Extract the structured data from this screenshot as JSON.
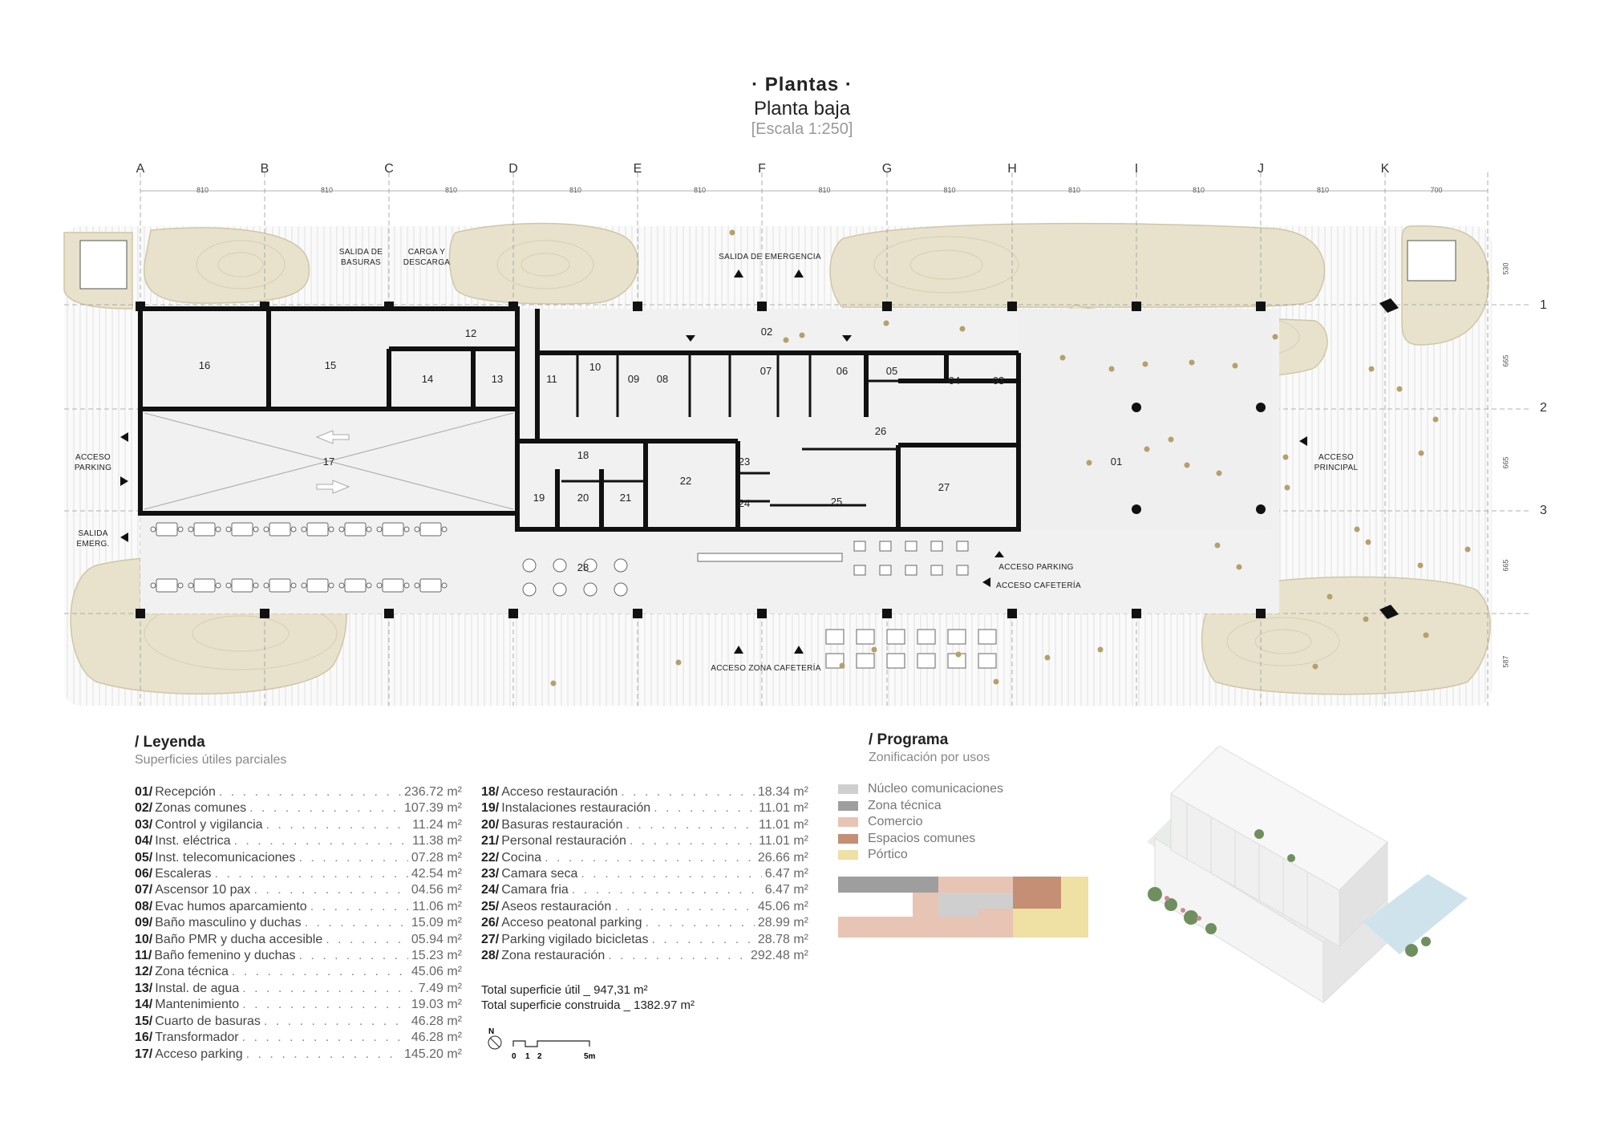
{
  "header": {
    "title": "· Plantas ·",
    "subtitle": "Planta baja",
    "scale": "[Escala 1:250]"
  },
  "grid": {
    "columns": [
      "A",
      "B",
      "C",
      "D",
      "E",
      "F",
      "G",
      "H",
      "I",
      "J",
      "K"
    ],
    "column_dims": [
      "810",
      "810",
      "810",
      "810",
      "810",
      "810",
      "810",
      "810",
      "810",
      "810",
      "700"
    ],
    "rows": [
      "1",
      "2",
      "3"
    ],
    "row_dims": [
      "530",
      "665",
      "665",
      "665",
      "587"
    ]
  },
  "tags": {
    "salida_basuras": [
      "SALIDA DE",
      "BASURAS"
    ],
    "carga_descarga": [
      "CARGA Y",
      "DESCARGA"
    ],
    "salida_emergencia": "SALIDA DE EMERGENCIA",
    "acceso_parking_left": [
      "ACCESO",
      "PARKING"
    ],
    "salida_emerg": [
      "SALIDA",
      "EMERG."
    ],
    "acceso_principal": [
      "ACCESO",
      "PRINCIPAL"
    ],
    "acceso_parking": "ACCESO PARKING",
    "acceso_cafeteria": "ACCESO CAFETERÍA",
    "acceso_zona_cafeteria": "ACCESO ZONA CAFETERÍA"
  },
  "rooms": [
    "16",
    "15",
    "12",
    "14",
    "13",
    "11",
    "10",
    "09",
    "08",
    "02",
    "07",
    "06",
    "05",
    "04",
    "03",
    "17",
    "18",
    "19",
    "20",
    "21",
    "22",
    "23",
    "24",
    "25",
    "26",
    "27",
    "01",
    "28"
  ],
  "legend": {
    "heading": "/ Leyenda",
    "subheading": "Superficies útiles parciales",
    "col1": [
      {
        "n": "01/",
        "label": "Recepción",
        "val": "236.72 m²"
      },
      {
        "n": "02/",
        "label": "Zonas comunes",
        "val": "107.39 m²"
      },
      {
        "n": "03/",
        "label": "Control y vigilancia",
        "val": "11.24 m²"
      },
      {
        "n": "04/",
        "label": "Inst. eléctrica",
        "val": "11.38 m²"
      },
      {
        "n": "05/",
        "label": "Inst. telecomunicaciones",
        "val": "07.28 m²"
      },
      {
        "n": "06/",
        "label": "Escaleras",
        "val": "42.54 m²"
      },
      {
        "n": "07/",
        "label": "Ascensor 10 pax",
        "val": "04.56 m²"
      },
      {
        "n": "08/",
        "label": "Evac humos aparcamiento",
        "val": "11.06 m²"
      },
      {
        "n": "09/",
        "label": "Baño masculino y duchas",
        "val": "15.09 m²"
      },
      {
        "n": "10/",
        "label": "Baño PMR y ducha accesible",
        "val": "05.94 m²"
      },
      {
        "n": "11/",
        "label": "Baño femenino y duchas",
        "val": "15.23 m²"
      },
      {
        "n": "12/",
        "label": "Zona técnica",
        "val": "45.06 m²"
      },
      {
        "n": "13/",
        "label": "Instal. de agua",
        "val": "7.49 m²"
      },
      {
        "n": "14/",
        "label": "Mantenimiento",
        "val": "19.03 m²"
      },
      {
        "n": "15/",
        "label": "Cuarto de basuras",
        "val": "46.28 m²"
      },
      {
        "n": "16/",
        "label": "Transformador",
        "val": "46.28 m²"
      },
      {
        "n": "17/",
        "label": "Acceso parking",
        "val": "145.20 m²"
      }
    ],
    "col2": [
      {
        "n": "18/",
        "label": "Acceso restauración",
        "val": "18.34 m²"
      },
      {
        "n": "19/",
        "label": "Instalaciones restauración",
        "val": "11.01 m²"
      },
      {
        "n": "20/",
        "label": "Basuras restauración",
        "val": "11.01 m²"
      },
      {
        "n": "21/",
        "label": "Personal restauración",
        "val": "11.01 m²"
      },
      {
        "n": "22/",
        "label": "Cocina",
        "val": "26.66 m²"
      },
      {
        "n": "23/",
        "label": "Camara seca",
        "val": "6.47 m²"
      },
      {
        "n": "24/",
        "label": "Camara fria",
        "val": "6.47 m²"
      },
      {
        "n": "25/",
        "label": "Aseos restauración",
        "val": "45.06 m²"
      },
      {
        "n": "26/",
        "label": "Acceso peatonal parking",
        "val": "28.99 m²"
      },
      {
        "n": "27/",
        "label": "Parking vigilado bicicletas",
        "val": "28.78 m²"
      },
      {
        "n": "28/",
        "label": "Zona restauración",
        "val": "292.48 m²"
      }
    ],
    "total_util": "Total superficie útil  _ 947,31 m²",
    "total_construida": "Total superficie construida _ 1382.97 m²"
  },
  "scalebar": {
    "north": "N",
    "ticks": [
      "0",
      "1",
      "2",
      "5m"
    ]
  },
  "programa": {
    "heading": "/ Programa",
    "subheading": "Zonificación por usos",
    "items": [
      {
        "label": "Núcleo comunicaciones",
        "color": "#cfcfcf"
      },
      {
        "label": "Zona técnica",
        "color": "#9e9e9e"
      },
      {
        "label": "Comercio",
        "color": "#e8c4b4"
      },
      {
        "label": "Espacios comunes",
        "color": "#c48f75"
      },
      {
        "label": "Pórtico",
        "color": "#efe0a3"
      }
    ]
  }
}
